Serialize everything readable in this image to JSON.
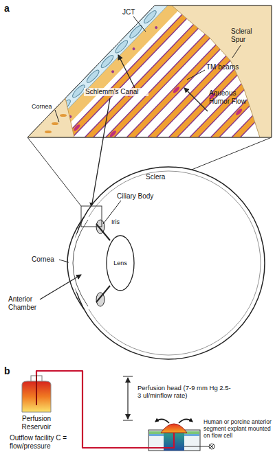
{
  "diagram": {
    "nodes": [
      {
        "text": [
          "Perfusion Reservoir"
        ]
      },
      {
        "text": [
          "Human or porcine anterior segment explant mounted on flow cell"
        ]
      }
    ],
    "edges": [
      {
        "from": 0,
        "to": 1,
        "arrow": "none"
      }
    ],
    "labels": [
      "a",
      "JCT",
      "Scleral Spur",
      "TM beams",
      "Aqueous Humor Flow",
      "Schlemm's Canal",
      "Cornea",
      "Sclera",
      "Ciliary Body",
      "Cornea",
      "Iris",
      "Lens",
      "Anterior Chamber",
      "b",
      "Perfusion head (7-9 mm Hg 2.5-3 ul/minflow rate)",
      "Outflow facility C = flow/pressure"
    ]
  }
}
